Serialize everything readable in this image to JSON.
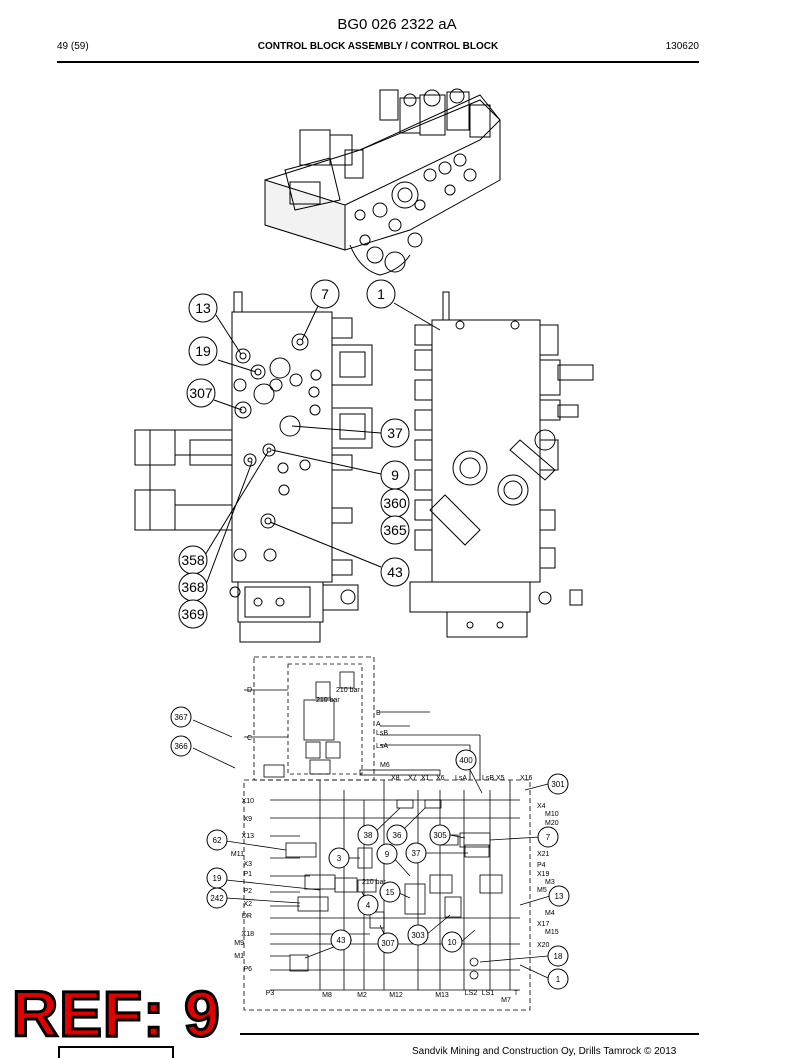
{
  "header": {
    "doc_id": "BG0 026 2322 aA",
    "page": "49 (59)",
    "title": "CONTROL BLOCK ASSEMBLY / CONTROL BLOCK",
    "code": "130620"
  },
  "footer": {
    "ref_badge": "REF: 9",
    "copyright": "Sandvik Mining and Construction Oy, Drills Tamrock © 2013"
  },
  "assembly_callouts": [
    "13",
    "19",
    "307",
    "358",
    "368",
    "369",
    "7",
    "1",
    "37",
    "9",
    "360",
    "365",
    "43"
  ],
  "schematic": {
    "callouts": [
      "367",
      "366",
      "62",
      "19",
      "242",
      "400",
      "301",
      "38",
      "36",
      "305",
      "7",
      "3",
      "9",
      "37",
      "15",
      "13",
      "4",
      "303",
      "307",
      "43",
      "10",
      "18",
      "1"
    ],
    "ports_right": [
      "B",
      "A",
      "LsB",
      "LsA",
      "M6",
      "X8",
      "X7",
      "X1",
      "X6",
      "LsA",
      "LsB",
      "X5",
      "X16",
      "X4",
      "M10",
      "M20",
      "X21",
      "P4",
      "X19",
      "M3",
      "M5",
      "M4",
      "X17",
      "M15",
      "X20"
    ],
    "ports_left": [
      "D",
      "C",
      "X10",
      "X9",
      "X13",
      "M11",
      "X3",
      "P1",
      "P2",
      "X2",
      "DR",
      "X18",
      "M9",
      "M1",
      "P6"
    ],
    "ports_bottom": [
      "P3",
      "M8",
      "M2",
      "M12",
      "M13",
      "LS2",
      "LS1",
      "T",
      "M7"
    ],
    "pressure_labels": [
      "210 bar",
      "210 bar",
      "210 bar"
    ]
  }
}
